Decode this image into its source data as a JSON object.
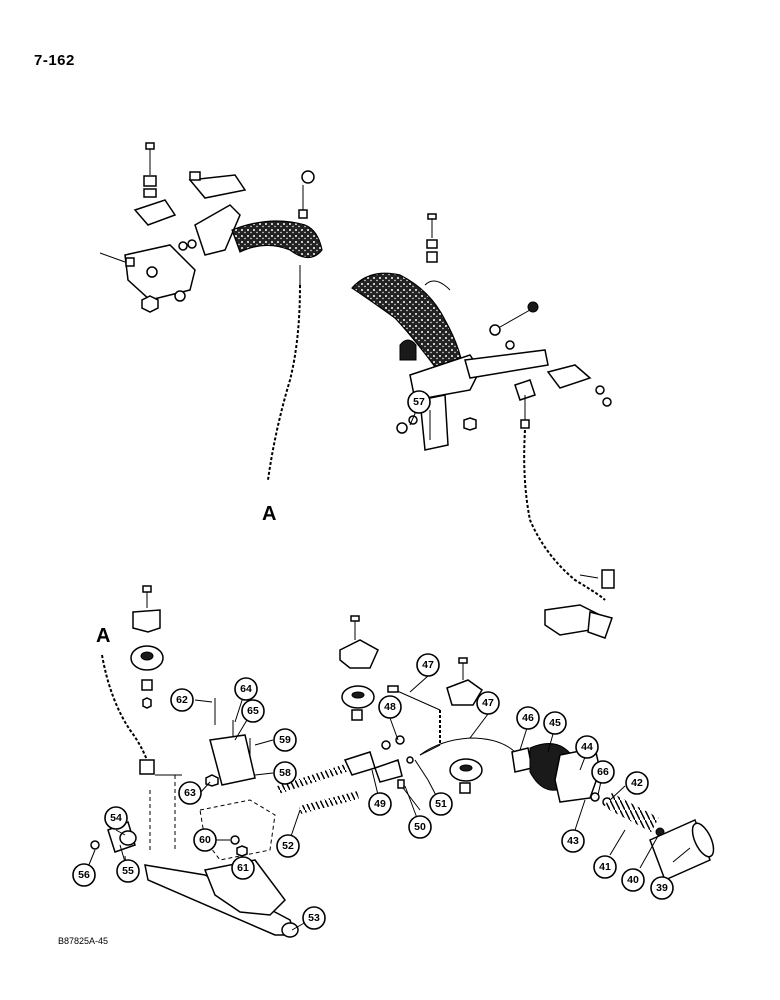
{
  "page_number": "7-162",
  "figure_code": "B87825A-45",
  "connector_label": "A",
  "callouts": [
    "39",
    "40",
    "41",
    "42",
    "43",
    "44",
    "45",
    "46",
    "47",
    "47",
    "48",
    "49",
    "50",
    "51",
    "52",
    "53",
    "54",
    "55",
    "56",
    "57",
    "58",
    "59",
    "60",
    "61",
    "62",
    "63",
    "64",
    "65",
    "66"
  ]
}
